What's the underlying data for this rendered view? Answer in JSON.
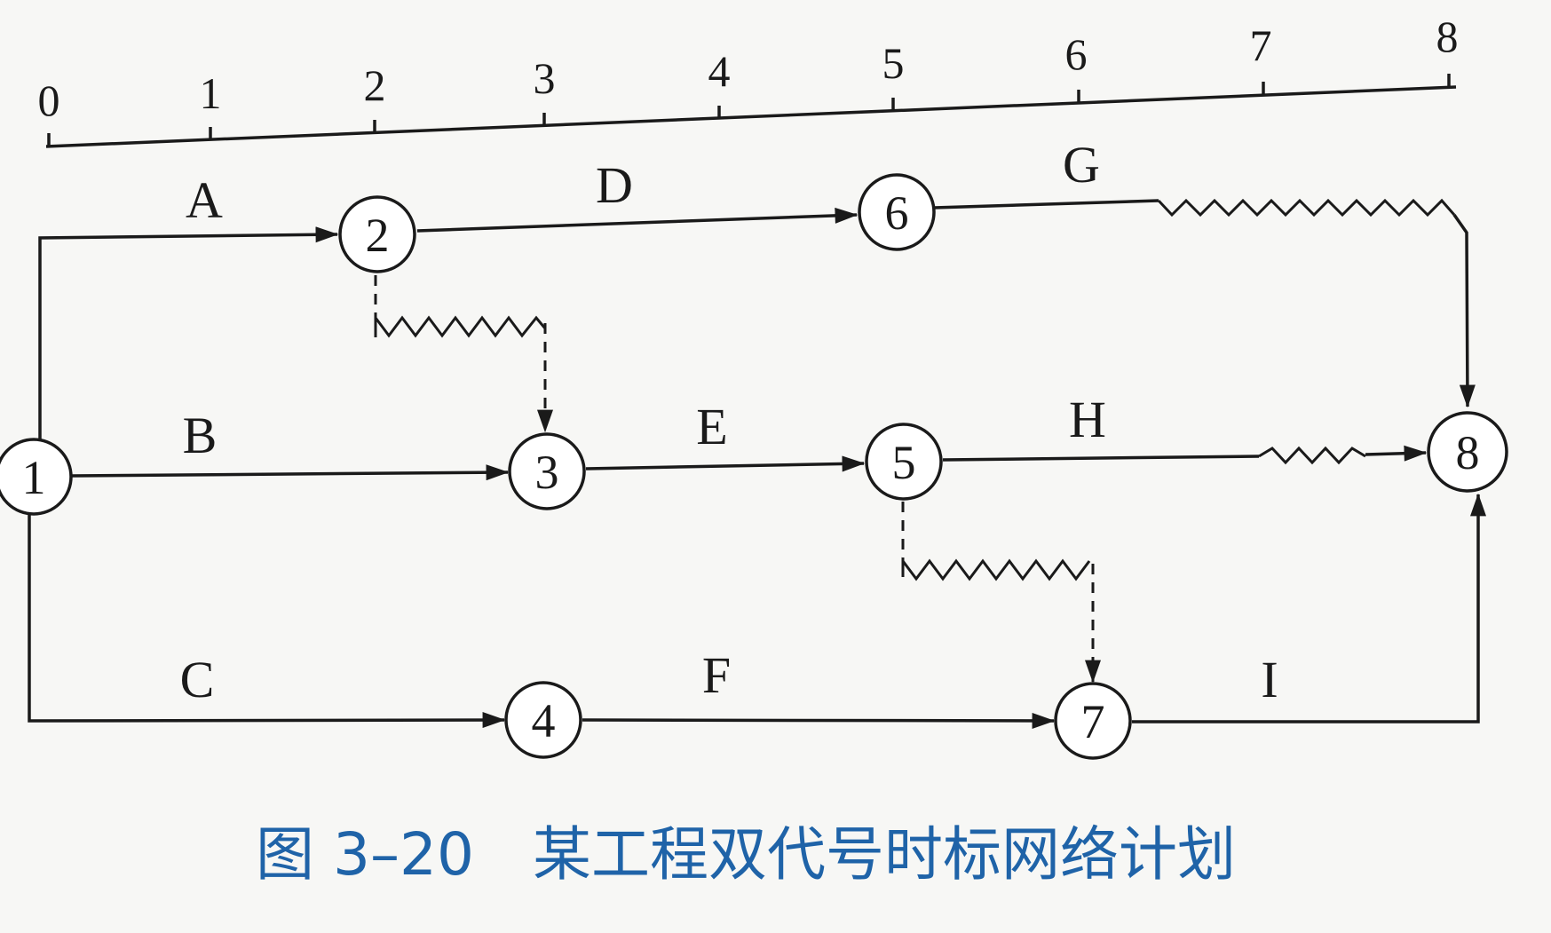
{
  "timescale": {
    "ticks": [
      "0",
      "1",
      "2",
      "3",
      "4",
      "5",
      "6",
      "7",
      "8"
    ]
  },
  "activities": {
    "A": "A",
    "B": "B",
    "C": "C",
    "D": "D",
    "E": "E",
    "F": "F",
    "G": "G",
    "H": "H",
    "I": "I"
  },
  "nodes": {
    "n1": "1",
    "n2": "2",
    "n3": "3",
    "n4": "4",
    "n5": "5",
    "n6": "6",
    "n7": "7",
    "n8": "8"
  },
  "caption": "图 3–20　某工程双代号时标网络计划"
}
